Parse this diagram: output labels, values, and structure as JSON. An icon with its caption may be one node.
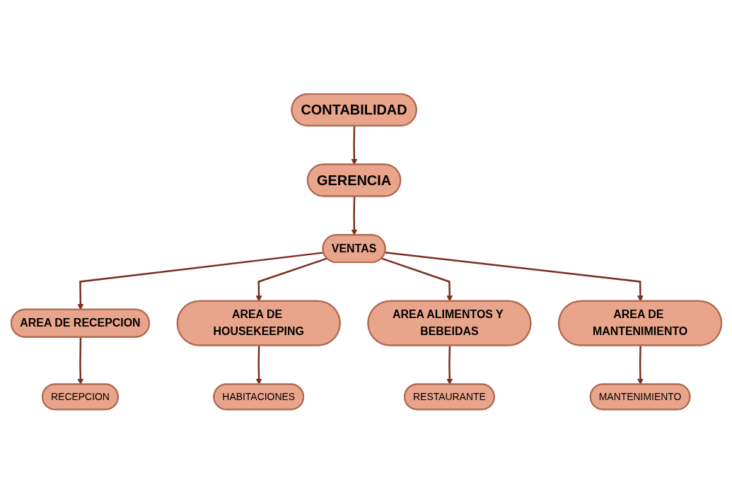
{
  "diagram": {
    "nodes": [
      {
        "text": [
          "GERENCIA"
        ]
      },
      {
        "text": [
          "CONTABILIDAD"
        ]
      },
      {
        "text": [
          "VENTAS"
        ]
      },
      {
        "text": [
          "AREA DE RECEPCION"
        ]
      },
      {
        "text": [
          "AREA DE HOUSEKEEPING"
        ]
      },
      {
        "text": [
          "AREA ALIMENTOS Y BEBEIDAS"
        ]
      },
      {
        "text": [
          "AREA DE MANTENIMIENTO"
        ]
      },
      {
        "text": [
          "RECEPCION"
        ]
      },
      {
        "text": [
          "HABITACIONES"
        ]
      },
      {
        "text": [
          "RESTAURANTE"
        ]
      },
      {
        "text": [
          "MANTENIMIENTO"
        ]
      }
    ],
    "edges": [
      {
        "from": 1,
        "to": 0,
        "arrow": "to"
      },
      {
        "from": 0,
        "to": 2,
        "arrow": "to"
      },
      {
        "from": 2,
        "to": 3,
        "arrow": "to"
      },
      {
        "from": 2,
        "to": 4,
        "arrow": "to"
      },
      {
        "from": 2,
        "to": 5,
        "arrow": "to"
      },
      {
        "from": 2,
        "to": 6,
        "arrow": "to"
      },
      {
        "from": 3,
        "to": 7,
        "arrow": "to"
      },
      {
        "from": 4,
        "to": 8,
        "arrow": "to"
      },
      {
        "from": 5,
        "to": 9,
        "arrow": "to"
      },
      {
        "from": 6,
        "to": 10,
        "arrow": "to"
      }
    ]
  }
}
